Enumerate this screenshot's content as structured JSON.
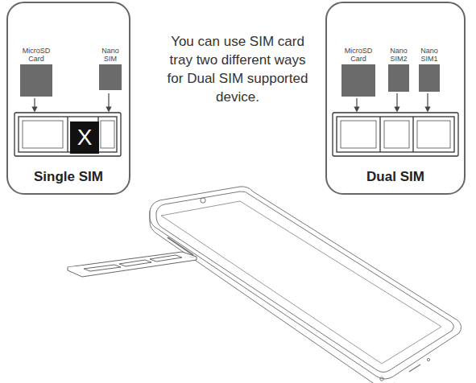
{
  "diagram": {
    "nodes": [
      {
        "text": [
          "Single SIM"
        ]
      },
      {
        "text": [
          "MicroSD Card"
        ],
        "in": 0
      },
      {
        "text": [
          "Nano SIM"
        ],
        "in": 0
      },
      {
        "text": [
          "X"
        ],
        "in": 0
      },
      {
        "text": [
          "Dual SIM"
        ]
      },
      {
        "text": [
          "MicroSD Card"
        ],
        "in": 4
      },
      {
        "text": [
          "Nano SIM2"
        ],
        "in": 4
      },
      {
        "text": [
          "Nano SIM1"
        ],
        "in": 4
      }
    ],
    "labels": [
      "You can use SIM card tray two different ways for Dual SIM supported device."
    ]
  }
}
